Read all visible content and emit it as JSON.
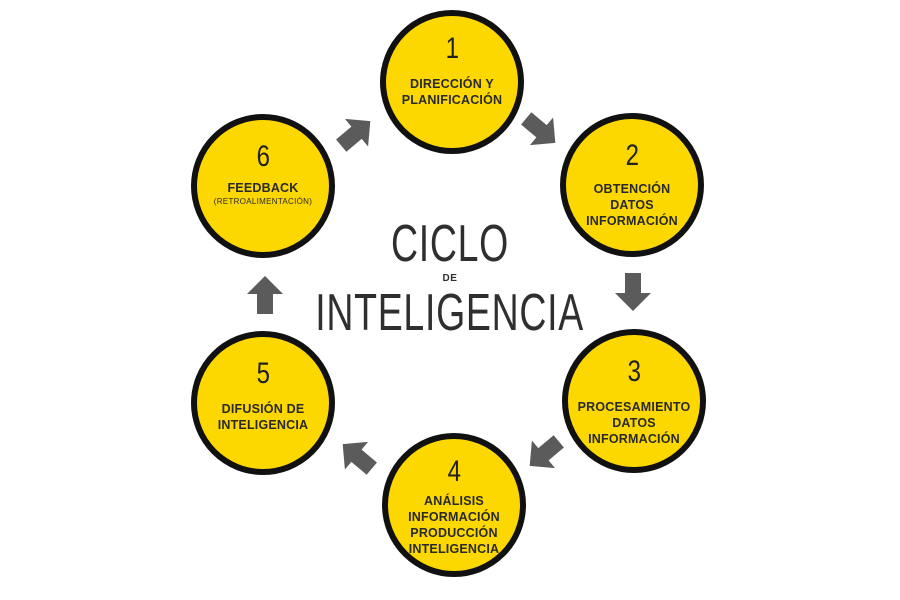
{
  "title": {
    "line1": "CICLO",
    "line2": "DE",
    "line3": "INTELIGENCIA"
  },
  "colors": {
    "node_fill": "#fcd800",
    "node_border": "#111111",
    "arrow": "#5b5b5b",
    "text": "#2f2f2f"
  },
  "nodes": [
    {
      "number": "1",
      "lines": [
        "DIRECCIÓN Y",
        "PLANIFICACIÓN"
      ],
      "subline": ""
    },
    {
      "number": "2",
      "lines": [
        "OBTENCIÓN",
        "DATOS",
        "INFORMACIÓN"
      ],
      "subline": ""
    },
    {
      "number": "3",
      "lines": [
        "PROCESAMIENTO",
        "DATOS",
        "INFORMACIÓN"
      ],
      "subline": ""
    },
    {
      "number": "4",
      "lines": [
        "ANÁLISIS",
        "INFORMACIÓN",
        "PRODUCCIÓN",
        "INTELIGENCIA"
      ],
      "subline": ""
    },
    {
      "number": "5",
      "lines": [
        "DIFUSIÓN DE",
        "INTELIGENCIA"
      ],
      "subline": ""
    },
    {
      "number": "6",
      "lines": [
        "FEEDBACK"
      ],
      "subline": "(RETROALIMENTACIÓN)"
    }
  ],
  "arrows": [
    {
      "from": "1",
      "to": "2",
      "icon": "arrow-right-down-icon"
    },
    {
      "from": "2",
      "to": "3",
      "icon": "arrow-down-icon"
    },
    {
      "from": "3",
      "to": "4",
      "icon": "arrow-left-down-icon"
    },
    {
      "from": "4",
      "to": "5",
      "icon": "arrow-left-up-icon"
    },
    {
      "from": "5",
      "to": "6",
      "icon": "arrow-up-icon"
    },
    {
      "from": "6",
      "to": "1",
      "icon": "arrow-right-up-icon"
    }
  ]
}
